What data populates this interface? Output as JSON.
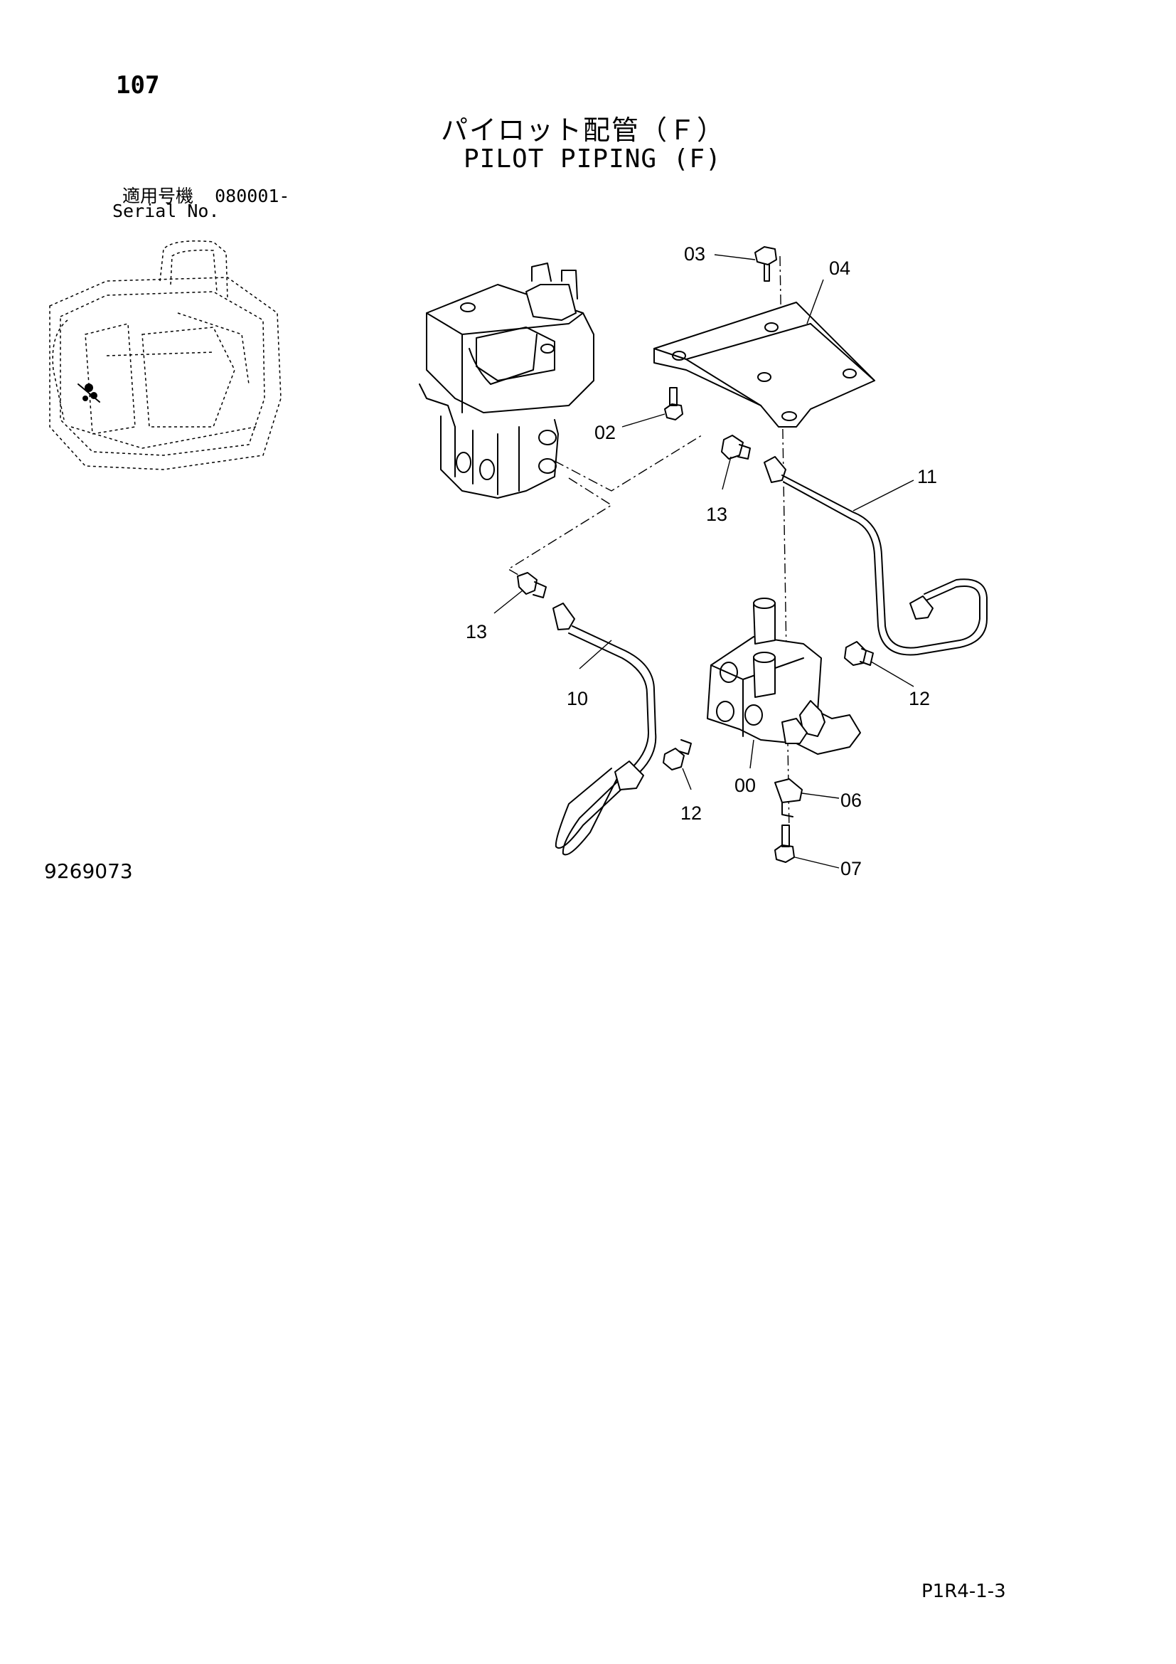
{
  "page_number": "107",
  "title_jp": "パイロット配管（Ｆ）",
  "title_en": "PILOT PIPING (F)",
  "serial_label_jp": "適用号機",
  "serial_value": "080001-",
  "serial_label_en": "Serial No.",
  "figure_number": "9269073",
  "page_code": "P1R4-1-3",
  "callouts": {
    "c00": "00",
    "c02": "02",
    "c03": "03",
    "c04": "04",
    "c06": "06",
    "c07": "07",
    "c10": "10",
    "c11": "11",
    "c12a": "12",
    "c12b": "12",
    "c13a": "13",
    "c13b": "13"
  }
}
